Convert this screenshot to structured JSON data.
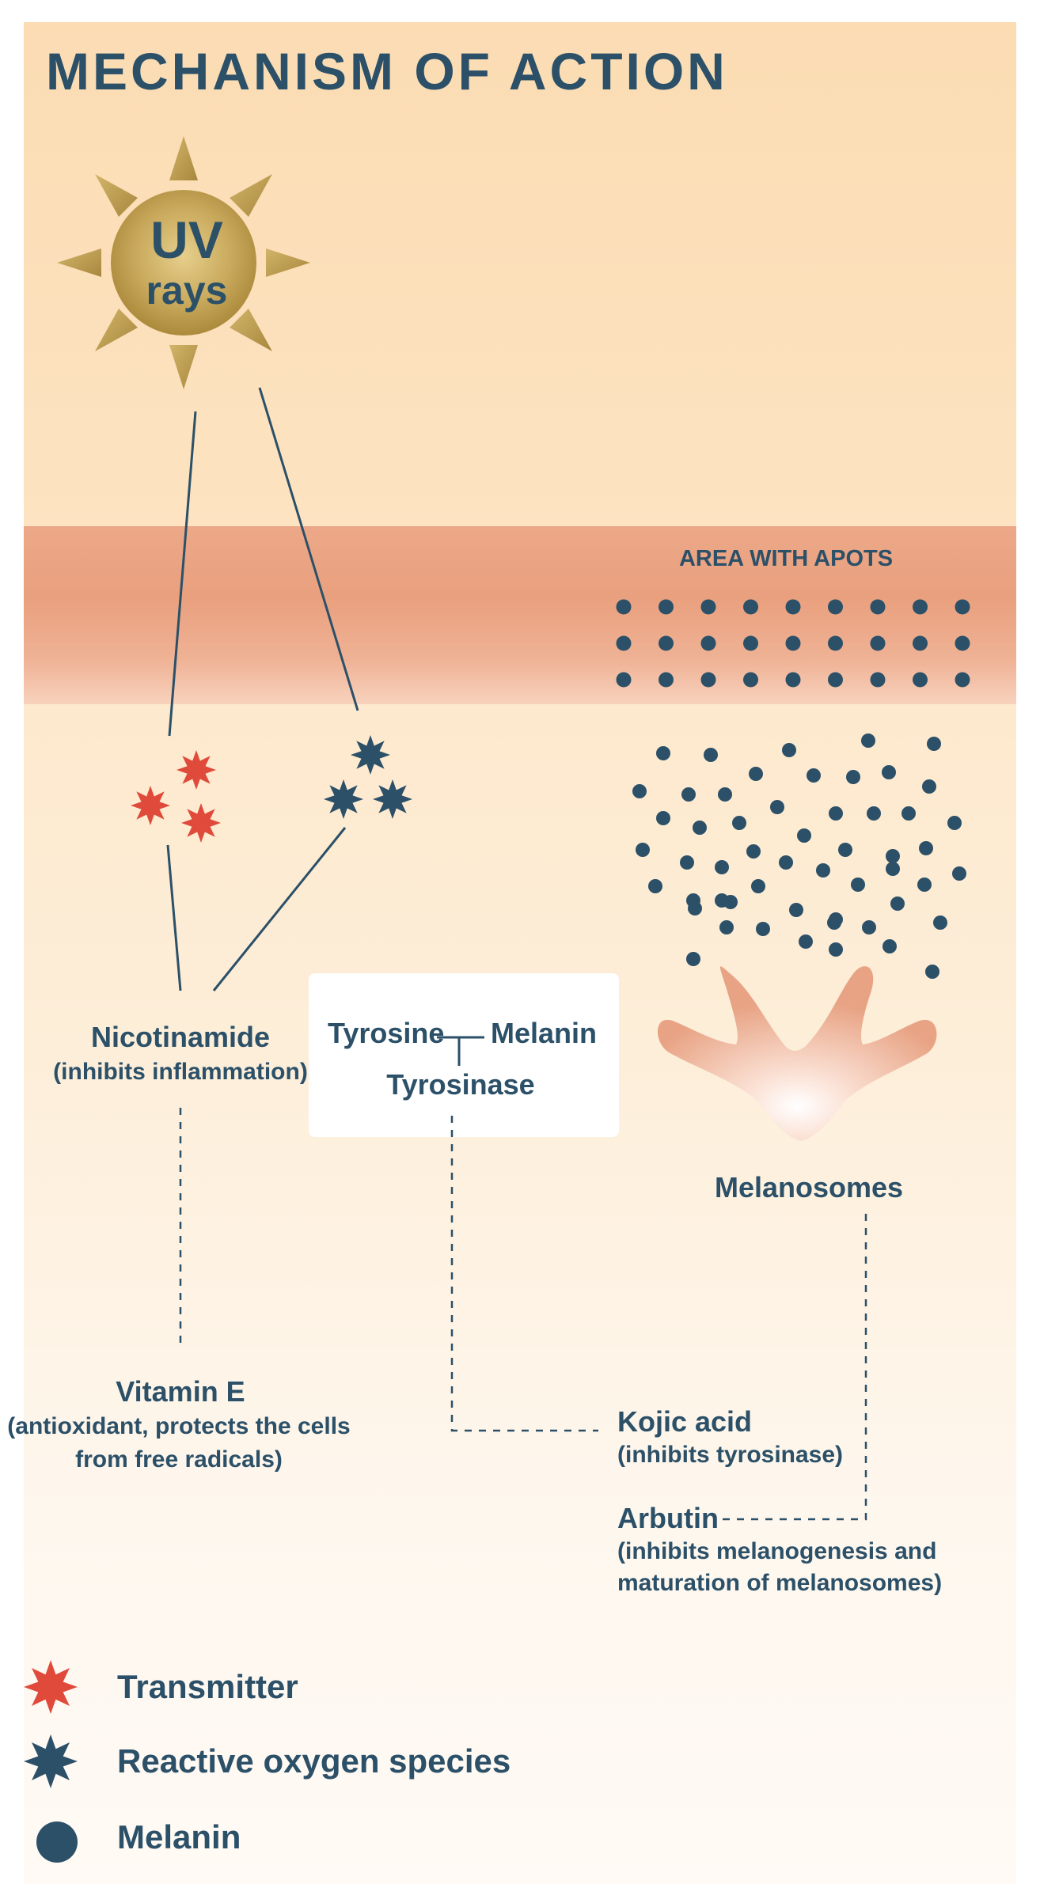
{
  "title": "MECHANISM OF ACTION",
  "sun": {
    "line1": "UV",
    "line2": "rays"
  },
  "skin_label": "AREA WITH APOTS",
  "nicotinamide": {
    "name": "Nicotinamide",
    "desc": "(inhibits inflammation)"
  },
  "reaction": {
    "substrate": "Tyrosine",
    "product": "Melanin",
    "enzyme": "Tyrosinase"
  },
  "melanosomes_label": "Melanosomes",
  "vitamin_e": {
    "name": "Vitamin E",
    "desc_line1": "(antioxidant, protects the cells",
    "desc_line2": "from free radicals)"
  },
  "kojic": {
    "name": "Kojic acid",
    "desc": "(inhibits tyrosinase)"
  },
  "arbutin": {
    "name": "Arbutin",
    "desc_line1": "(inhibits melanogenesis and",
    "desc_line2": "maturation of melanosomes)"
  },
  "legend": [
    {
      "label": "Transmitter",
      "symbol": "red-star-icon",
      "color": "#e04a3b"
    },
    {
      "label": "Reactive oxygen species",
      "symbol": "blue-star-icon",
      "color": "#2b5068"
    },
    {
      "label": "Melanin",
      "symbol": "melanin-dot-icon",
      "color": "#2b5068"
    }
  ],
  "colors": {
    "text": "#2b5068",
    "transmitter": "#e04a3b",
    "ros": "#2b5068",
    "melanin": "#2b5068",
    "sun": "#c4a254"
  }
}
